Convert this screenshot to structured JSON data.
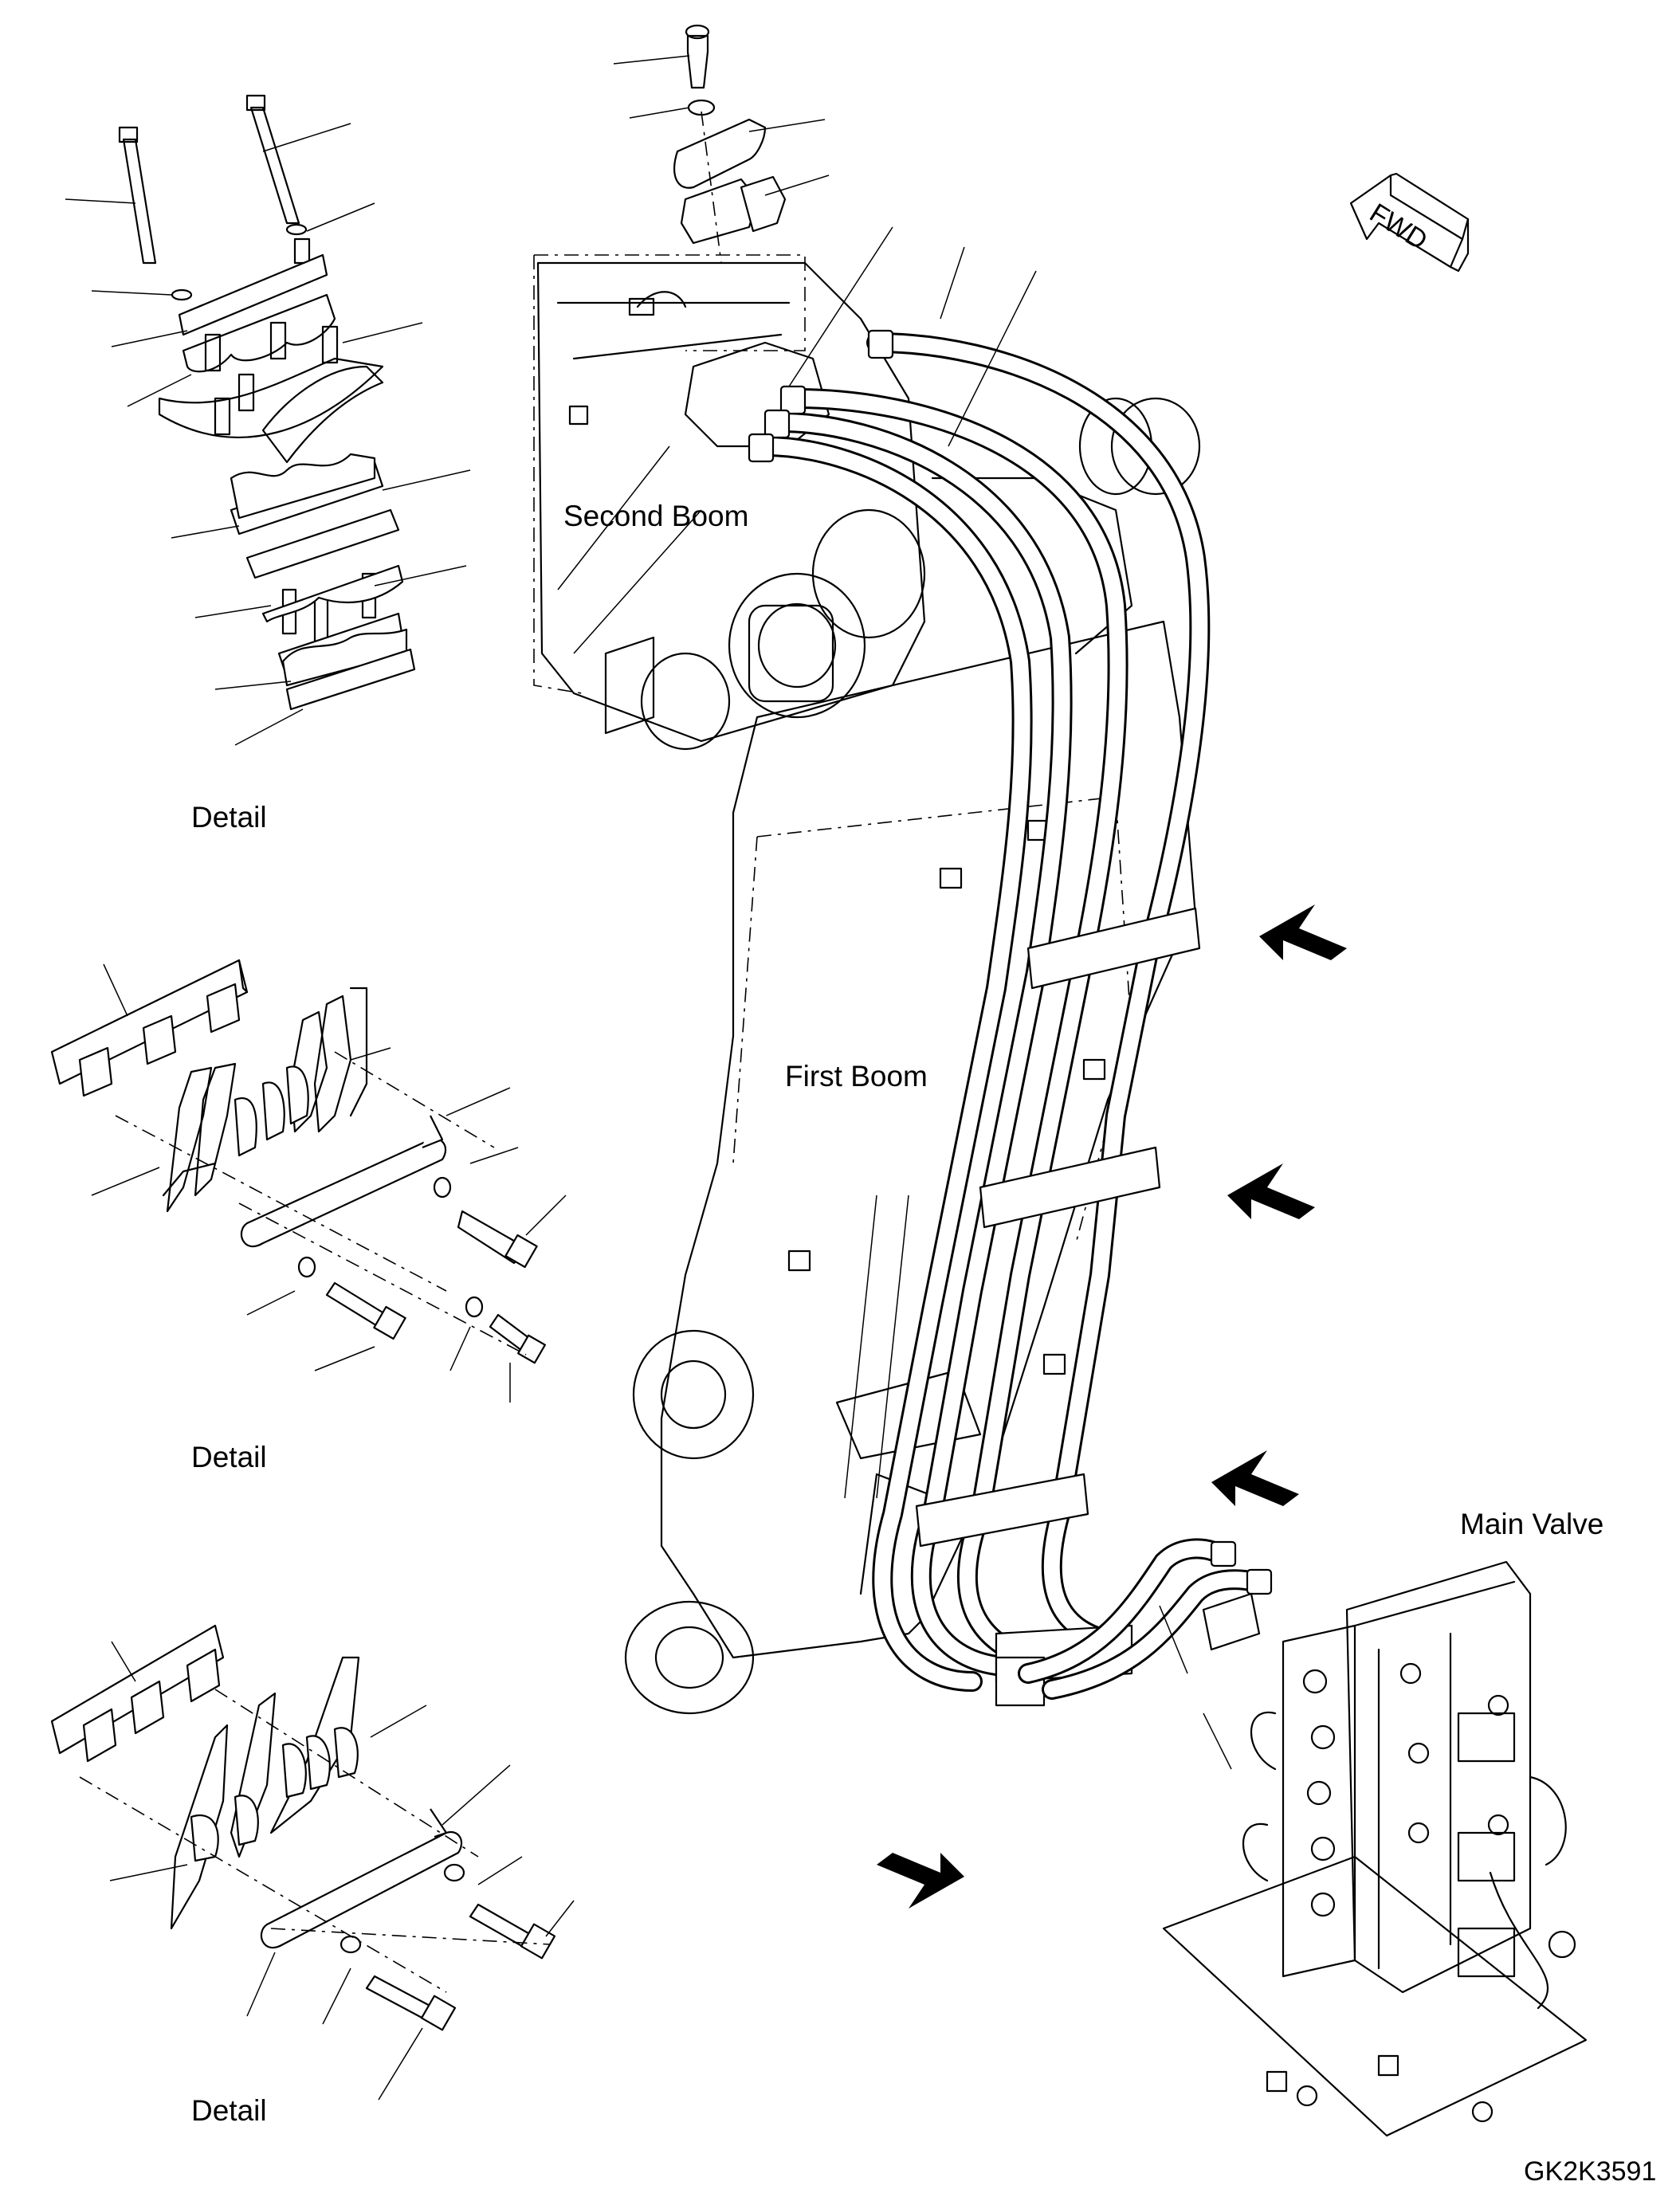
{
  "labels": {
    "second_boom": "Second Boom",
    "first_boom": "First Boom",
    "main_valve": "Main Valve",
    "detail_top": "Detail",
    "detail_middle": "Detail",
    "detail_bottom": "Detail",
    "fwd": "FWD",
    "drawing_code": "GK2K3591"
  },
  "icons": [
    "fwd-arrow-icon",
    "pointer-arrow-icon"
  ]
}
